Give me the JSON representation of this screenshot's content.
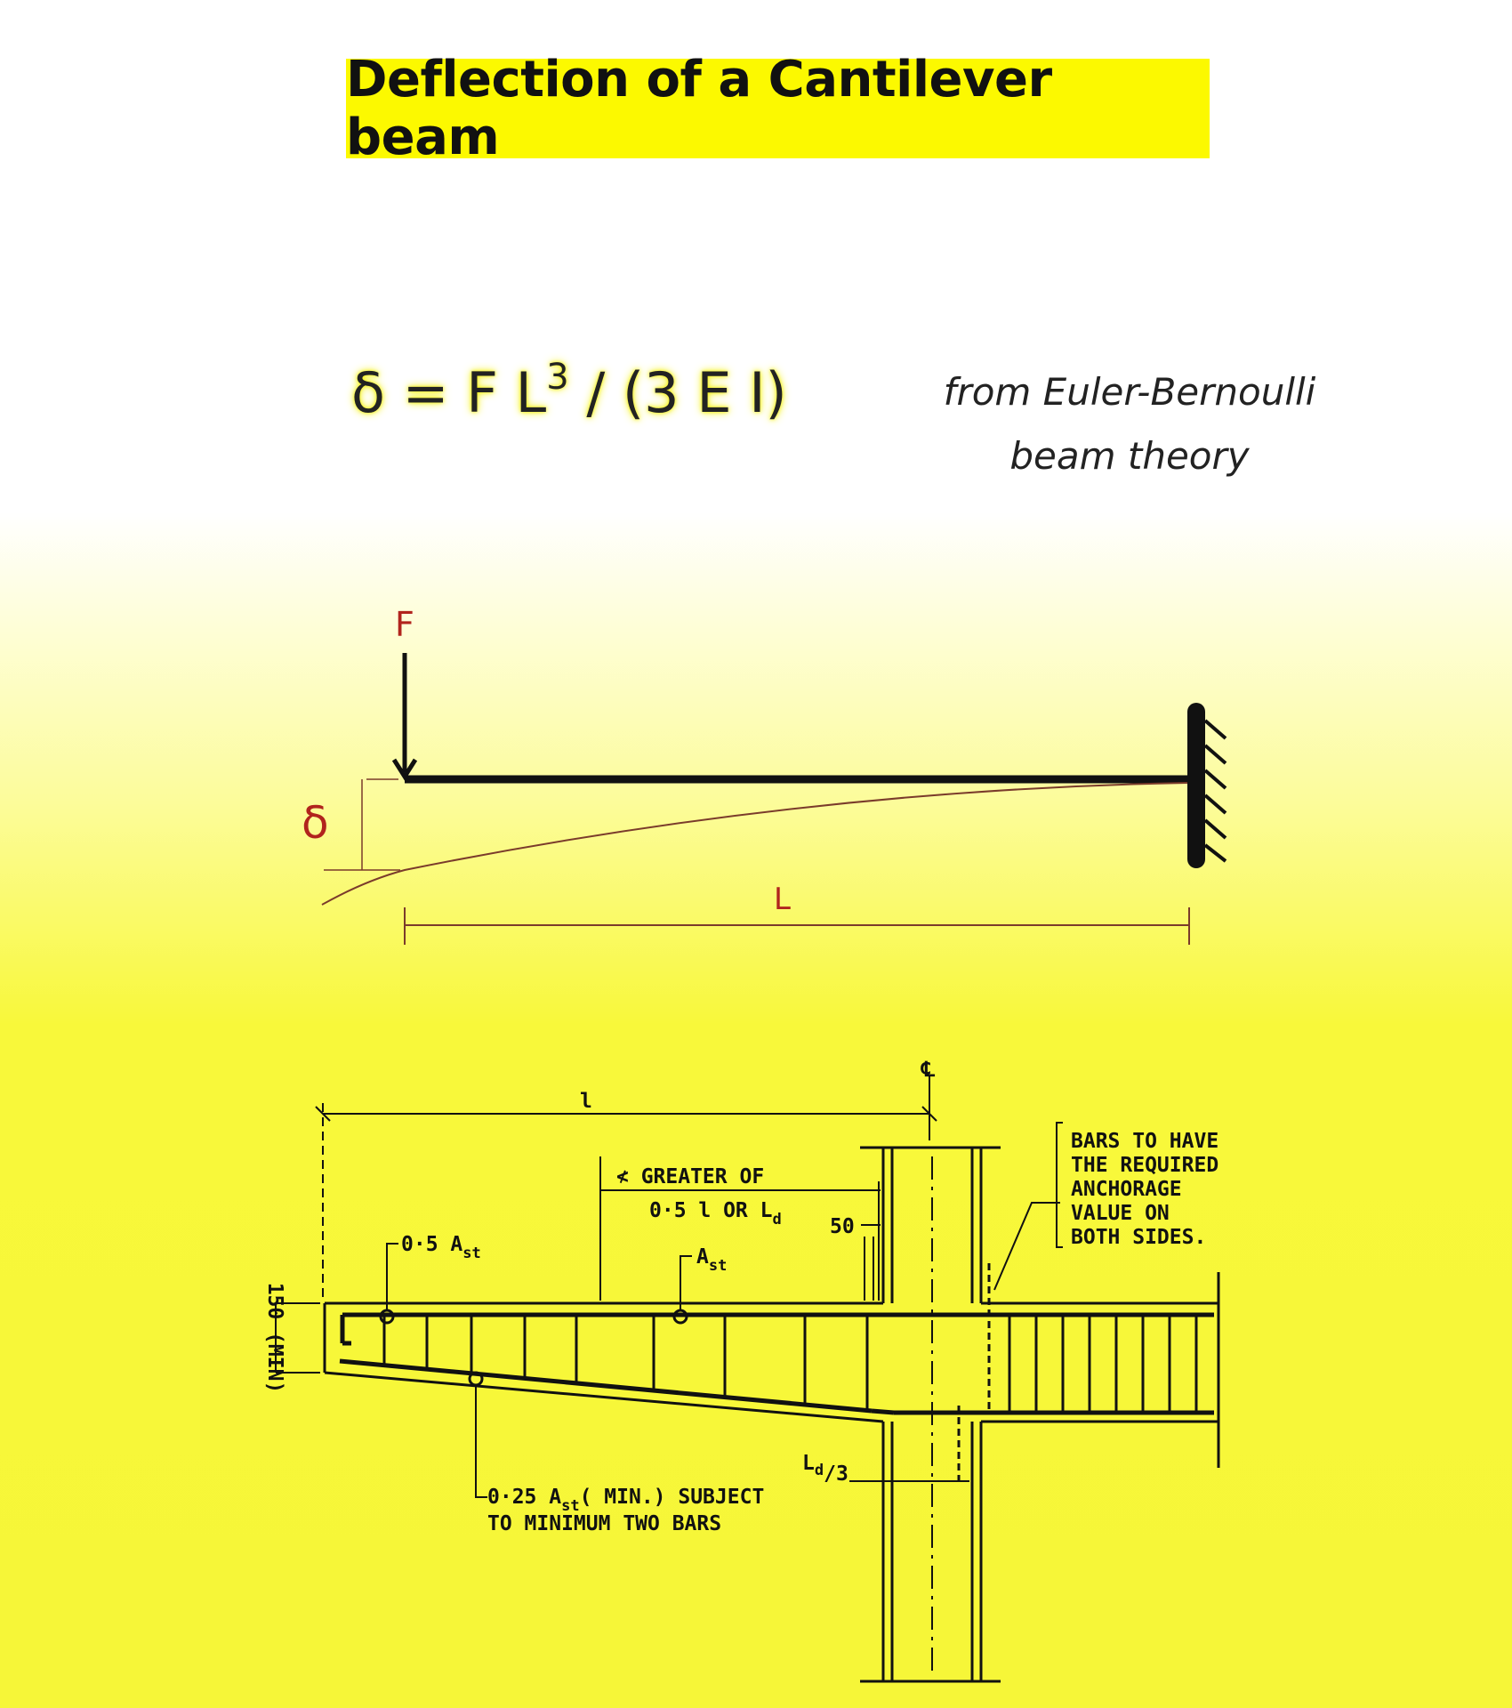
{
  "title": "Deflection of a Cantilever beam",
  "formula": {
    "lhs": "δ = F L",
    "exponent": "3",
    "rhs": " / (3 E I)"
  },
  "note": {
    "line1": "from Euler-Bernoulli",
    "line2": "beam theory"
  },
  "cantilever": {
    "force_label": "F",
    "deflection_label": "δ",
    "length_label": "L",
    "label_color": "#b1241d"
  },
  "detail": {
    "centerline": "℄",
    "span": "l",
    "greater_of_1": "≮ GREATER OF",
    "greater_of_2": "0·5 l  OR  L",
    "greater_of_sub": "d",
    "dim_50": "50",
    "half_ast": "0·5 A",
    "half_ast_sub": "st",
    "ast": "A",
    "ast_sub": "st",
    "depth": "150 (MIN)",
    "ld3": "L",
    "ld3_sub": "d",
    "ld3_den": "/3",
    "bottom_note_1": "0·25 A",
    "bottom_note_sub": "st",
    "bottom_note_1b": "( MIN.) SUBJECT",
    "bottom_note_2": "TO  MINIMUM  TWO  BARS",
    "anchor_note": [
      "BARS  TO  HAVE",
      "THE  REQUIRED",
      "ANCHORAGE",
      "VALUE  ON",
      "BOTH  SIDES."
    ]
  }
}
